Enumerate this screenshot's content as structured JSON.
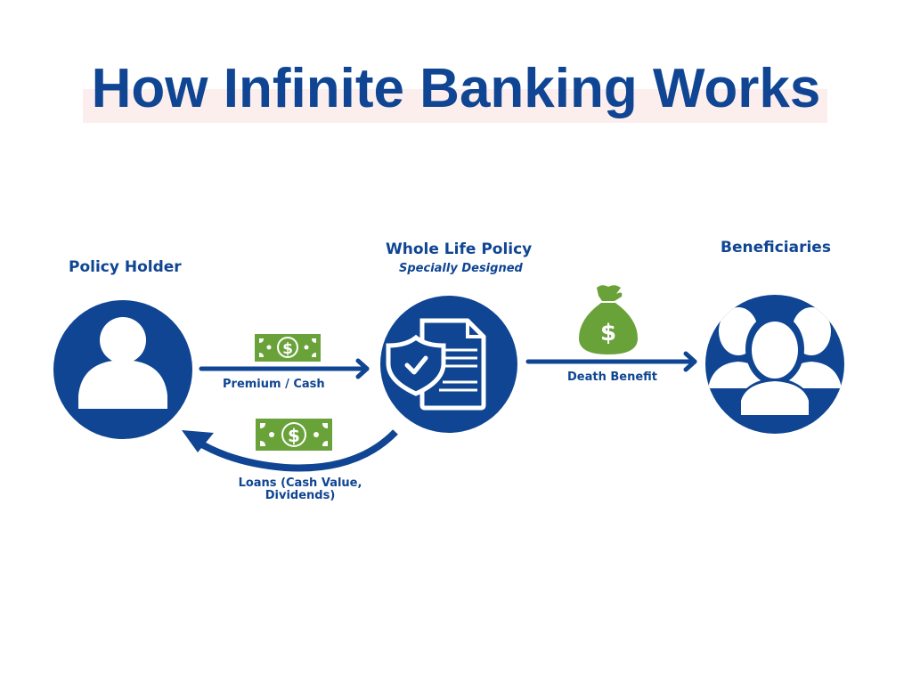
{
  "title": "How Infinite Banking Works",
  "nodes": {
    "policy_holder": "Policy Holder",
    "whole_life": "Whole Life Policy",
    "whole_life_sub": "Specially Designed",
    "beneficiaries": "Beneficiaries"
  },
  "flows": {
    "premium": "Premium / Cash",
    "loans": "Loans (Cash Value, Dividends)",
    "death_benefit": "Death Benefit"
  },
  "icons": {
    "cash": "$"
  },
  "colors": {
    "primary": "#0f4592",
    "green": "#6aa23a",
    "highlight": "#fdeeee"
  }
}
